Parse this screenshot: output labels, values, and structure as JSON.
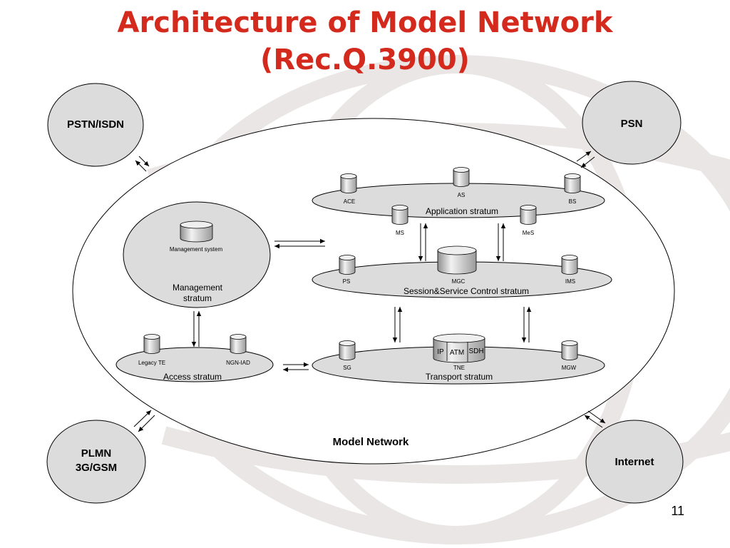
{
  "slide": {
    "title_line1": "Architecture of Model Network",
    "title_line2": "(Rec.Q.3900)",
    "page_number": "11",
    "accent_color": "#d42a1e"
  },
  "diagram": {
    "external_networks": {
      "pstn_isdn": "PSTN/ISDN",
      "psn": "PSN",
      "plmn_line1": "PLMN",
      "plmn_line2": "3G/GSM",
      "internet": "Internet"
    },
    "model_network_label": "Model Network",
    "management": {
      "system": "Management system",
      "stratum_line1": "Management",
      "stratum_line2": "stratum"
    },
    "application_stratum": {
      "label": "Application stratum",
      "ace": "ACE",
      "as": "AS",
      "bs": "BS",
      "ms": "MS",
      "mes": "MeS"
    },
    "session_stratum": {
      "label": "Session&Service Control stratum",
      "ps": "PS",
      "mgc": "MGC",
      "ims": "IMS"
    },
    "access_stratum": {
      "label": "Access stratum",
      "legacy_te": "Legacy TE",
      "ngn_iad": "NGN-IAD"
    },
    "transport_stratum": {
      "label": "Transport stratum",
      "sg": "SG",
      "tne": "TNE",
      "mgw": "MGW",
      "ip": "IP",
      "atm": "ATM",
      "sdh": "SDH"
    }
  }
}
